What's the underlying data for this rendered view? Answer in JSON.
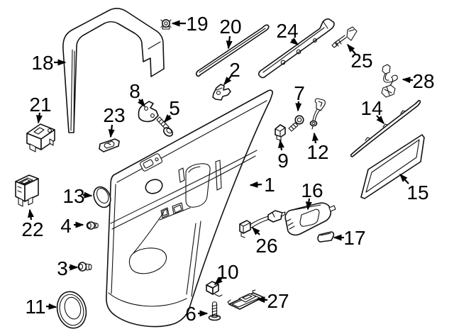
{
  "diagram": {
    "kind": "exploded-parts-diagram",
    "background_color": "#ffffff",
    "line_color": "#111111",
    "callouts": [
      {
        "label": "1"
      },
      {
        "label": "2"
      },
      {
        "label": "3"
      },
      {
        "label": "4"
      },
      {
        "label": "5"
      },
      {
        "label": "6"
      },
      {
        "label": "7"
      },
      {
        "label": "8"
      },
      {
        "label": "9"
      },
      {
        "label": "10"
      },
      {
        "label": "11"
      },
      {
        "label": "12"
      },
      {
        "label": "13"
      },
      {
        "label": "14"
      },
      {
        "label": "15"
      },
      {
        "label": "16"
      },
      {
        "label": "17"
      },
      {
        "label": "18"
      },
      {
        "label": "19"
      },
      {
        "label": "20"
      },
      {
        "label": "21"
      },
      {
        "label": "22"
      },
      {
        "label": "23"
      },
      {
        "label": "24"
      },
      {
        "label": "25"
      },
      {
        "label": "26"
      },
      {
        "label": "27"
      },
      {
        "label": "28"
      }
    ]
  }
}
